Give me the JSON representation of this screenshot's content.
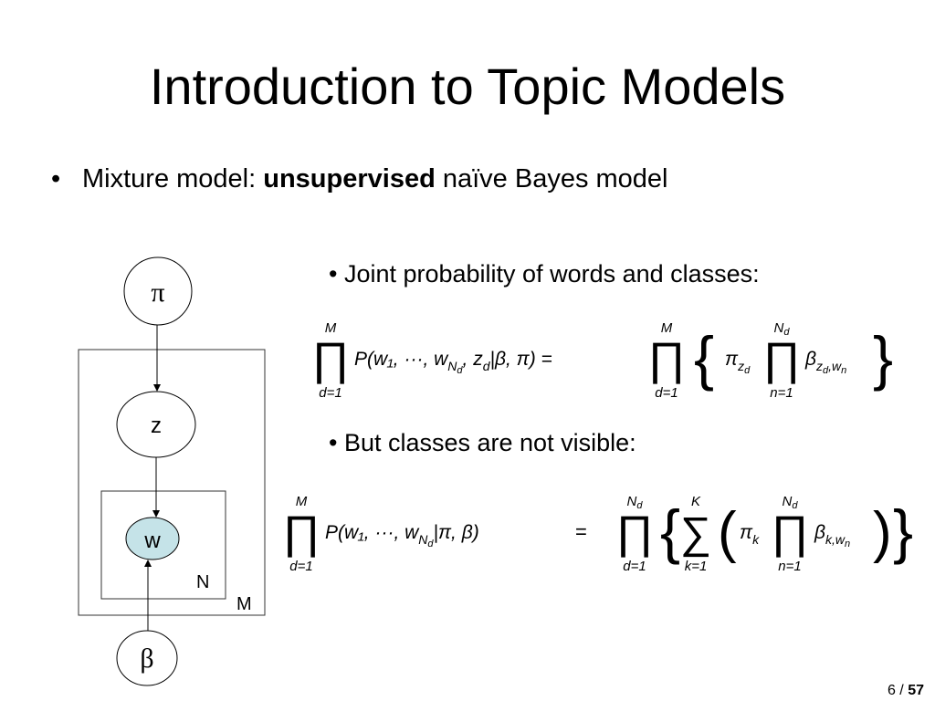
{
  "slide": {
    "title": "Introduction to Topic Models",
    "bullet_main_prefix": "Mixture model: ",
    "bullet_main_bold": "unsupervised",
    "bullet_main_suffix": " naïve Bayes model",
    "sub1": "• Joint probability of words and classes:",
    "sub2": "• But classes are not visible:",
    "page_current": "6",
    "page_sep": " / ",
    "page_total": "57"
  },
  "diagram": {
    "node_pi": "π",
    "node_z": "z",
    "node_w": "w",
    "node_beta": "β",
    "plate_n": "N",
    "plate_m": "M",
    "w_fill": "#c5e3e8"
  },
  "eq1": {
    "prod_top": "M",
    "prod_bot": "d=1",
    "lhs": "P(w₁, ···, w",
    "lhs_sub": "N",
    "lhs_subsub": "d",
    "lhs_tail": ", z",
    "lhs_tail_sub": "d",
    "lhs_end": "|β, π) =",
    "prod2_top": "M",
    "prod2_bot": "d=1",
    "pi": "π",
    "pi_sub": "z",
    "pi_subsub": "d",
    "prod3_top": "N",
    "prod3_top_sub": "d",
    "prod3_bot": "n=1",
    "beta": "β",
    "beta_sub": "z",
    "beta_sub2": "d",
    "beta_sub3": ",w",
    "beta_sub4": "n"
  },
  "eq2": {
    "prod_top": "M",
    "prod_bot": "d=1",
    "lhs": "P(w₁, ···, w",
    "lhs_sub": "N",
    "lhs_subsub": "d",
    "lhs_end": "|π, β)",
    "eq": "=",
    "prod2_top": "N",
    "prod2_top_sub": "d",
    "prod2_bot": "d=1",
    "sum_top": "K",
    "sum_bot": "k=1",
    "pi": "π",
    "pi_sub": "k",
    "prod3_top": "N",
    "prod3_top_sub": "d",
    "prod3_bot": "n=1",
    "beta": "β",
    "beta_sub": "k,w",
    "beta_sub2": "n"
  }
}
